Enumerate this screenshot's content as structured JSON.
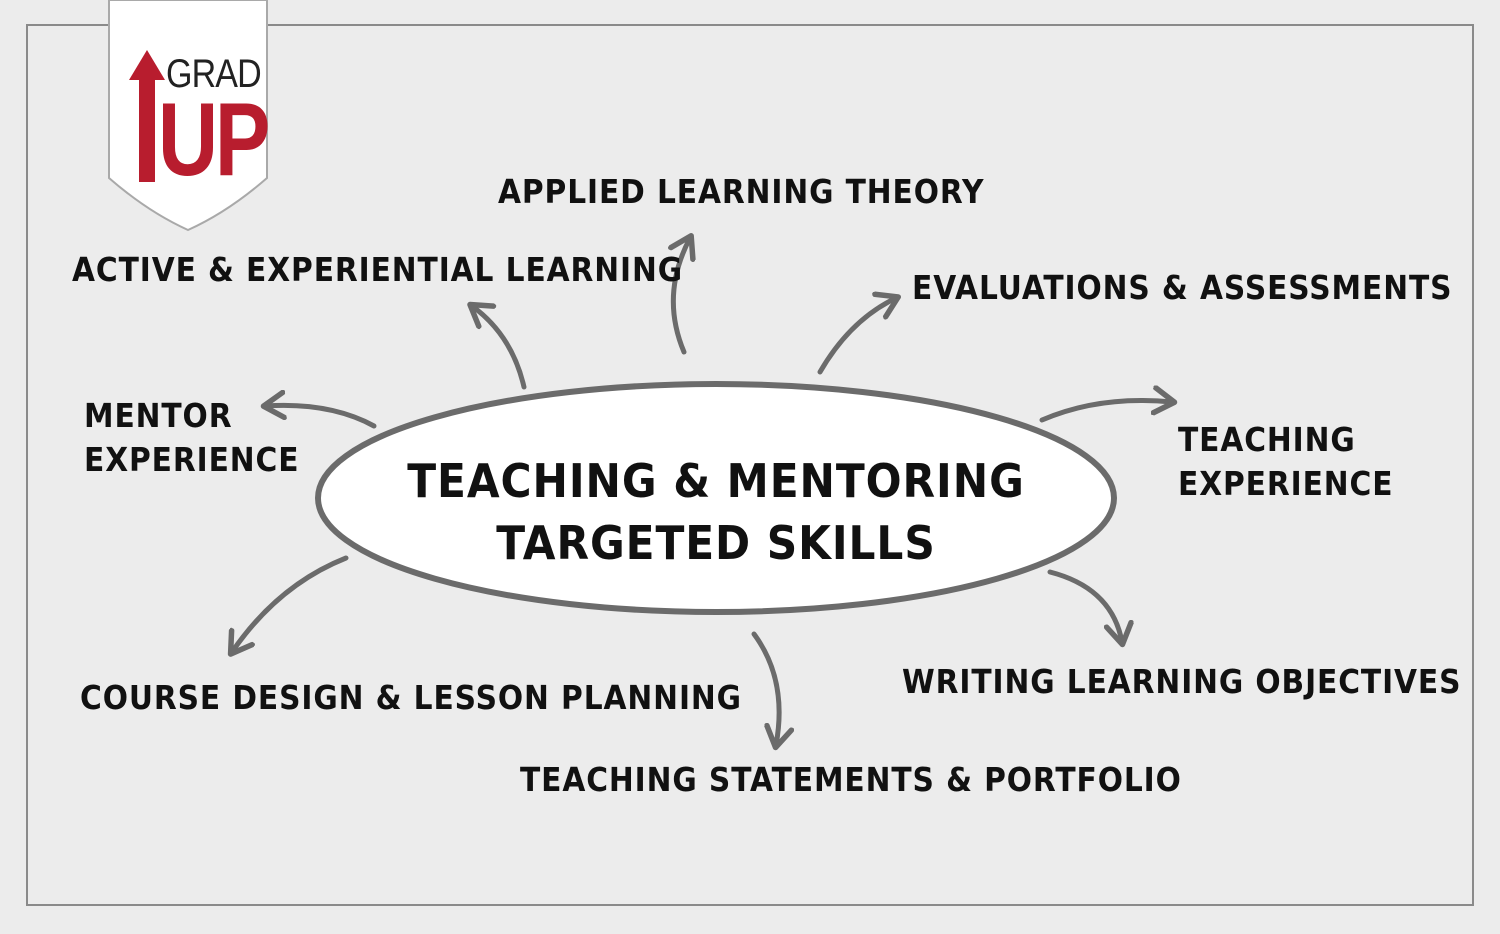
{
  "logo": {
    "line1": "GRAD",
    "line2": "UP",
    "accent_color": "#b81d2e",
    "icon": "up-arrow-icon"
  },
  "center": {
    "line1": "TEACHING & MENTORING",
    "line2": "TARGETED SKILLS"
  },
  "topics": {
    "applied_learning_theory": "APPLIED LEARNING THEORY",
    "active_experiential_learning": "ACTIVE & EXPERIENTIAL LEARNING",
    "evaluations_assessments": "EVALUATIONS & ASSESSMENTS",
    "mentor_experience_line1": "MENTOR",
    "mentor_experience_line2": "EXPERIENCE",
    "teaching_experience_line1": "TEACHING",
    "teaching_experience_line2": "EXPERIENCE",
    "course_design": "COURSE DESIGN & LESSON PLANNING",
    "writing_objectives": "WRITING LEARNING OBJECTIVES",
    "teaching_statements": "TEACHING STATEMENTS & PORTFOLIO"
  },
  "colors": {
    "background": "#ececec",
    "arrow": "#6b6b6b",
    "ellipse_fill": "#ffffff",
    "text": "#111111"
  }
}
